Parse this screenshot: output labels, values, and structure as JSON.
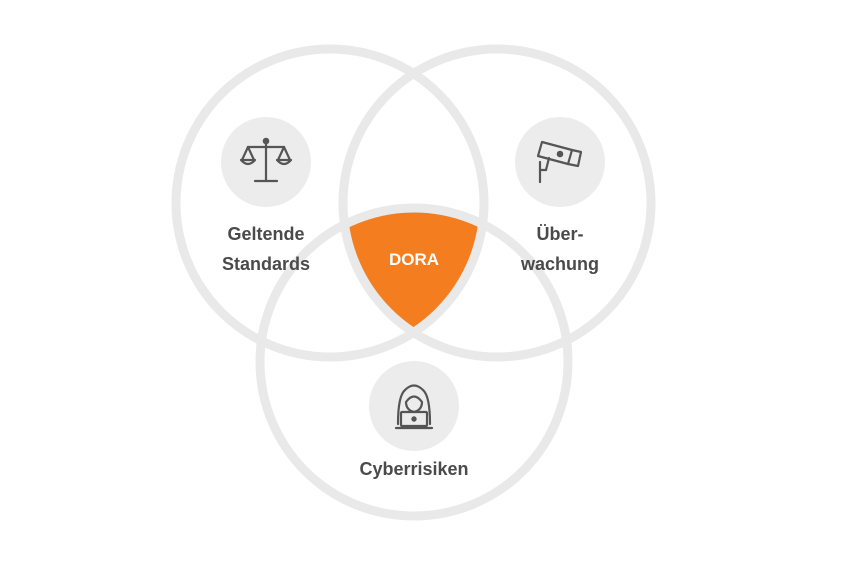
{
  "diagram": {
    "center_label": "DORA",
    "left_label_line1": "Geltende",
    "left_label_line2": "Standards",
    "right_label_line1": "Über-",
    "right_label_line2": "wachung",
    "bottom_label": "Cyberrisiken",
    "left_icon": "scales-icon",
    "right_icon": "security-camera-icon",
    "bottom_icon": "hacker-laptop-icon",
    "colors": {
      "ring": "#e9e9e9",
      "icon_bg": "#ececec",
      "icon": "#555555",
      "accent": "#f47d20",
      "text": "#4a4a4a"
    }
  }
}
